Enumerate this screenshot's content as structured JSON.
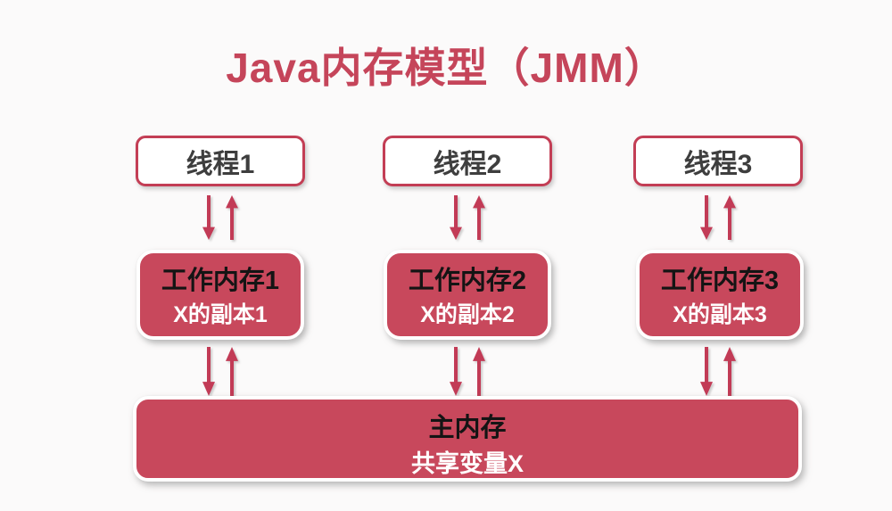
{
  "title": "Java内存模型（JMM）",
  "colors": {
    "red": "#c8485c",
    "border_red": "#c33e55",
    "arrow_red": "#c23b56",
    "title_red": "#c5455a",
    "dark_text": "#3e3e3e",
    "ink": "#141414",
    "white_text": "#ffffff",
    "bg": "#fbfafa"
  },
  "threads": [
    {
      "label": "线程1"
    },
    {
      "label": "线程2"
    },
    {
      "label": "线程3"
    }
  ],
  "working_memories": [
    {
      "title": "工作内存1",
      "copy": "X的副本1"
    },
    {
      "title": "工作内存2",
      "copy": "X的副本2"
    },
    {
      "title": "工作内存3",
      "copy": "X的副本3"
    }
  ],
  "main_memory": {
    "title": "主内存",
    "variable": "共享变量X"
  }
}
